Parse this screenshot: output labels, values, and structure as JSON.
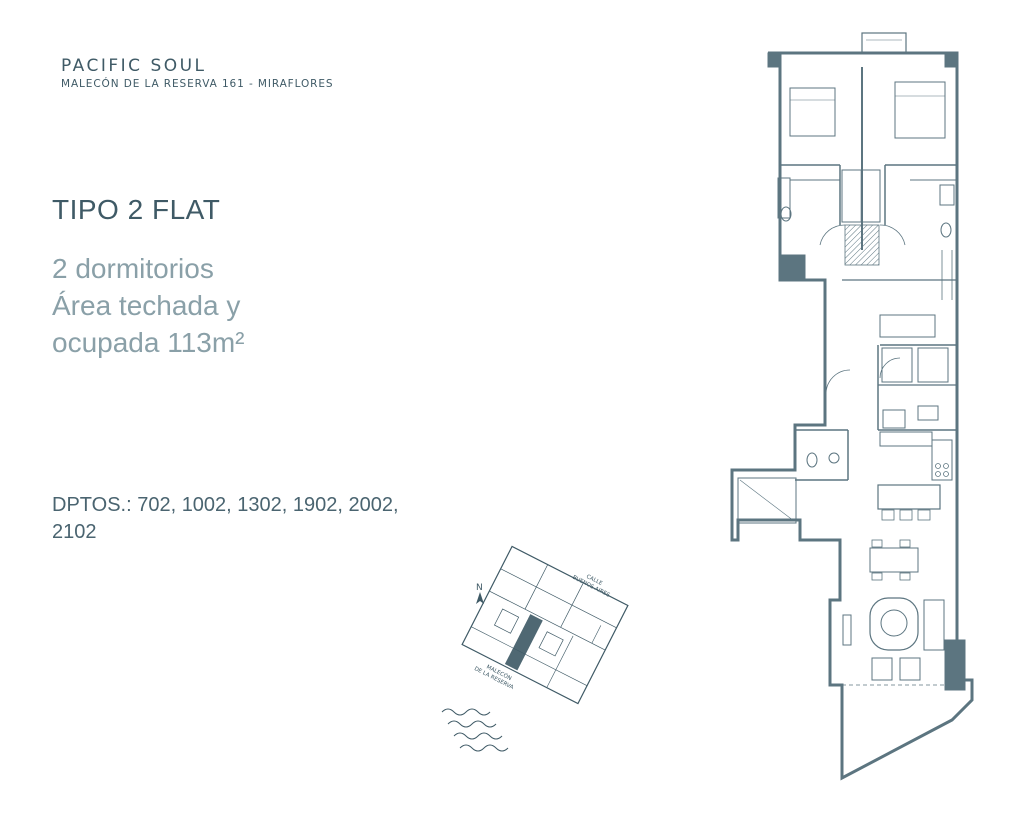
{
  "brand": {
    "name": "PACIFIC SOUL",
    "address": "MALECÓN DE LA RESERVA 161 - MIRAFLORES"
  },
  "unit_type": {
    "title": "TIPO 2 FLAT",
    "bedrooms": "2 dormitorios",
    "area_line1": "Área techada y",
    "area_line2": "ocupada 113m²"
  },
  "apartments": {
    "label": "DPTOS.: 702, 1002, 1302, 1902, 2002, 2102"
  },
  "site_map": {
    "north": "N",
    "street_top_1": "CALLE",
    "street_top_2": "BUENOS AIRES",
    "street_bottom_1": "MALECÓN",
    "street_bottom_2": "DE LA RESERVA"
  },
  "colors": {
    "primary": "#3f5a66",
    "secondary": "#8aa0a8",
    "wall": "#5c7580"
  }
}
